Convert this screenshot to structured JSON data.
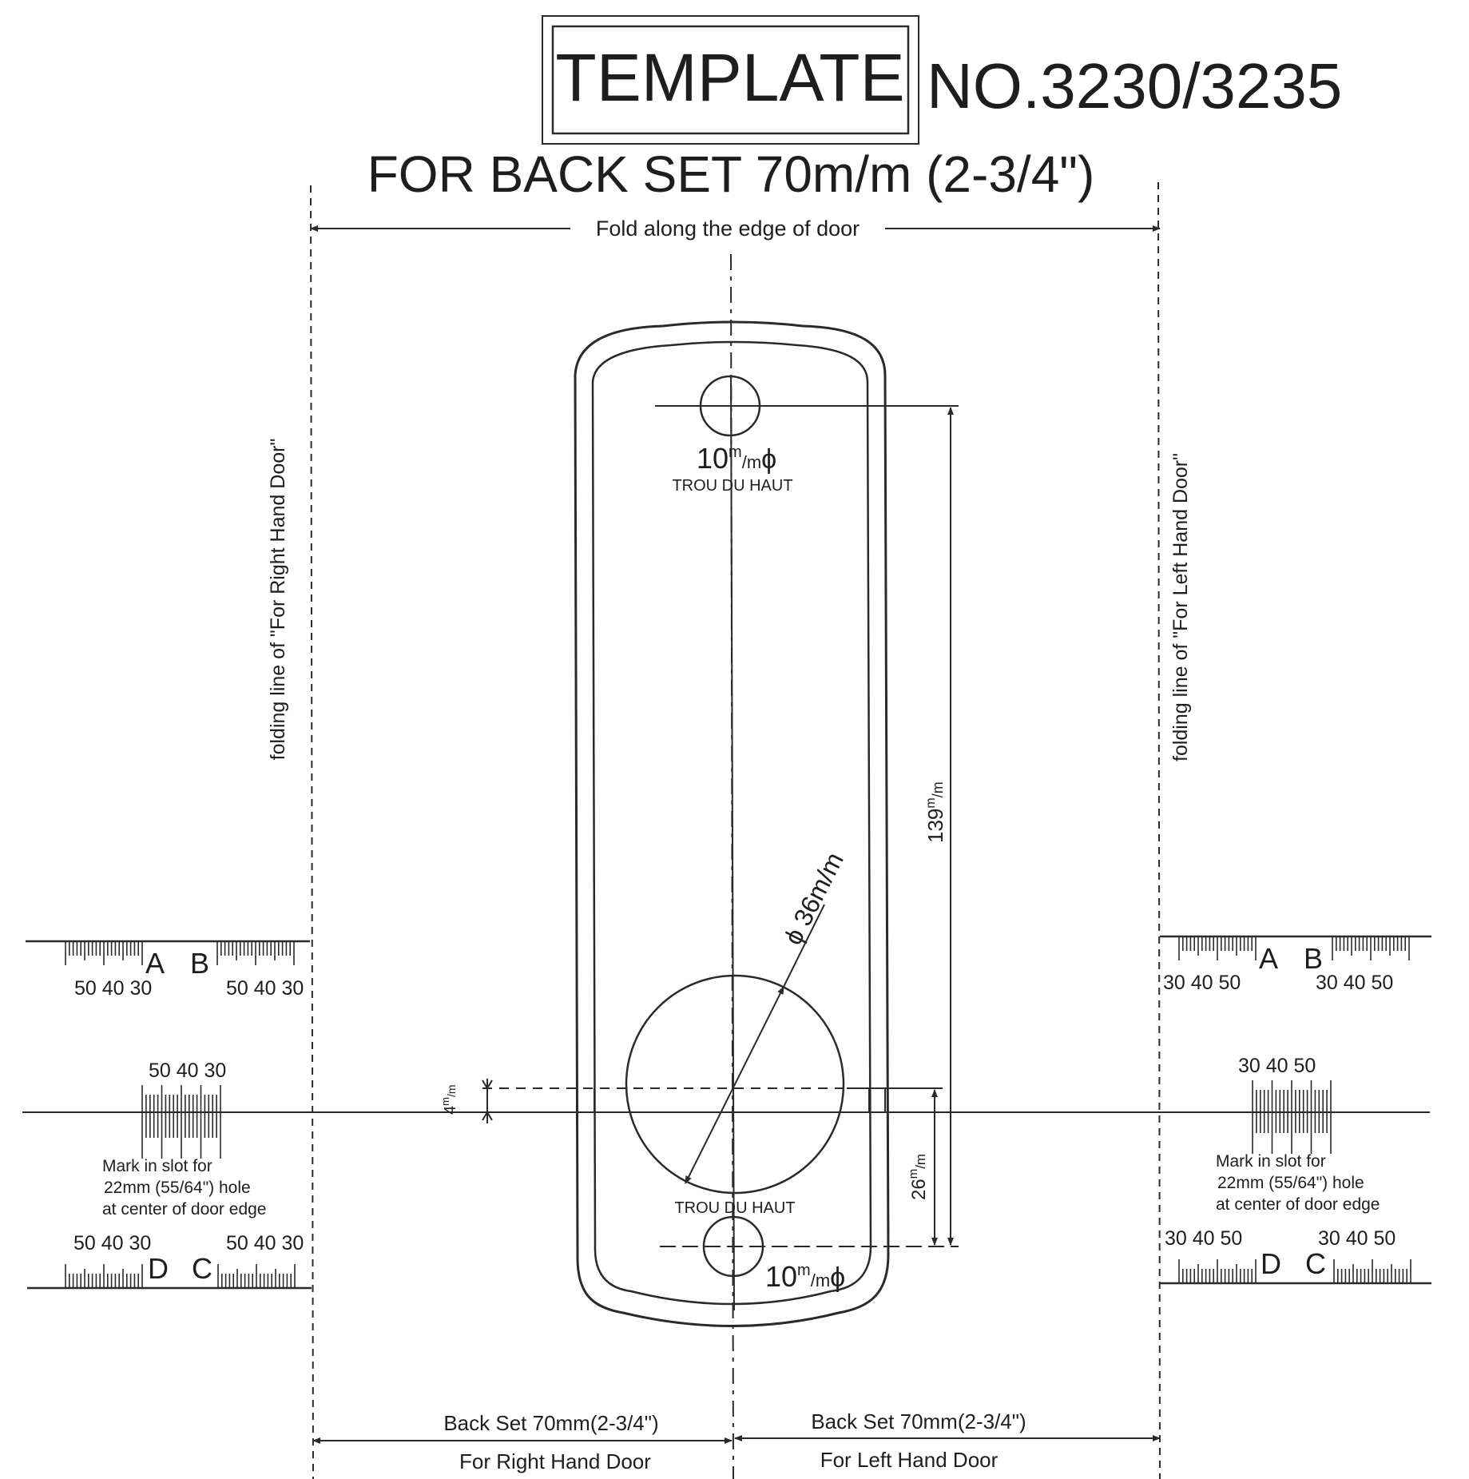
{
  "header": {
    "template_label": "TEMPLATE",
    "model_number": "NO.3230/3235",
    "subtitle": "FOR BACK SET 70m/m (2-3/4\")",
    "fold_instruction": "Fold along the edge of door"
  },
  "side_labels": {
    "right_door_fold": "folding line of \"For Right Hand Door\"",
    "left_door_fold": "folding line of \"For Left Hand Door\""
  },
  "holes": {
    "top_hole": {
      "size": "10",
      "unit_sup": "m",
      "unit_sub": "/m",
      "symbol": "ϕ",
      "label": "TROU DU HAUT"
    },
    "bottom_hole": {
      "size": "10",
      "unit_sup": "m",
      "unit_sub": "/m",
      "symbol": "ϕ",
      "label": "TROU DU HAUT"
    },
    "main_bore": "ϕ 36m/m"
  },
  "dimensions": {
    "vertical_139": {
      "value": "139",
      "unit_sup": "m",
      "unit_sub": "/m"
    },
    "vertical_26": {
      "value": "26",
      "unit_sup": "m",
      "unit_sub": "/m"
    },
    "offset_4": {
      "value": "4",
      "unit_sup": "m",
      "unit_sub": "/m"
    }
  },
  "scales": {
    "ticks_right_side_order": "30 40 50",
    "ticks_left_side_order": "50 40 30",
    "letters": [
      "A",
      "B",
      "C",
      "D"
    ]
  },
  "slot_note": {
    "line1": "Mark in slot for",
    "line2": "22mm (55/64\") hole",
    "line3": "at center of door edge"
  },
  "footer": {
    "backset_right": "Back Set 70mm(2-3/4\")",
    "backset_left": "Back Set 70mm(2-3/4\")",
    "right_door": "For Right Hand Door",
    "left_door": "For Left Hand Door"
  }
}
